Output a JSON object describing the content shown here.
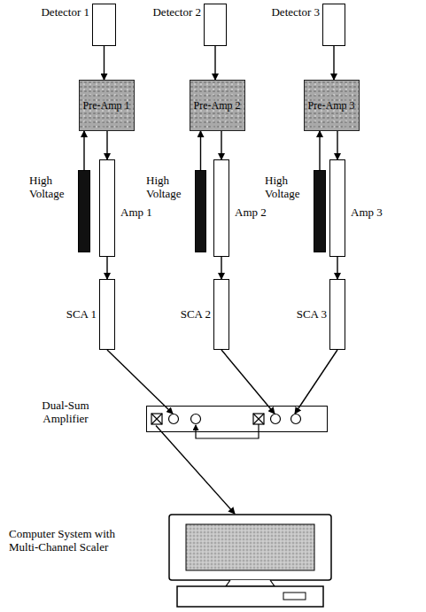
{
  "diagram": {
    "nodes": [
      {
        "text": [
          "Detector 1"
        ]
      },
      {
        "text": [
          "Detector 2"
        ]
      },
      {
        "text": [
          "Detector 3"
        ]
      },
      {
        "text": [
          "Pre-Amp 1"
        ]
      },
      {
        "text": [
          "Pre-Amp 2"
        ]
      },
      {
        "text": [
          "Pre-Amp 3"
        ]
      },
      {
        "text": [
          "High Voltage"
        ]
      },
      {
        "text": [
          "High Voltage"
        ]
      },
      {
        "text": [
          "High Voltage"
        ]
      },
      {
        "text": [
          "Amp 1"
        ]
      },
      {
        "text": [
          "Amp 2"
        ]
      },
      {
        "text": [
          "Amp 3"
        ]
      },
      {
        "text": [
          "SCA 1"
        ]
      },
      {
        "text": [
          "SCA 2"
        ]
      },
      {
        "text": [
          "SCA 3"
        ]
      },
      {
        "text": [
          "Dual-Sum Amplifier"
        ]
      },
      {
        "text": [
          "Computer System with Multi-Channel Scaler"
        ]
      }
    ],
    "edges": [
      {
        "from": 0,
        "to": 3,
        "arrow": "to"
      },
      {
        "from": 1,
        "to": 4,
        "arrow": "to"
      },
      {
        "from": 2,
        "to": 5,
        "arrow": "to"
      },
      {
        "from": 6,
        "to": 3,
        "arrow": "to"
      },
      {
        "from": 7,
        "to": 4,
        "arrow": "to"
      },
      {
        "from": 8,
        "to": 5,
        "arrow": "to"
      },
      {
        "from": 3,
        "to": 9,
        "arrow": "to"
      },
      {
        "from": 4,
        "to": 10,
        "arrow": "to"
      },
      {
        "from": 5,
        "to": 11,
        "arrow": "to"
      },
      {
        "from": 9,
        "to": 12,
        "arrow": "to"
      },
      {
        "from": 10,
        "to": 13,
        "arrow": "to"
      },
      {
        "from": 11,
        "to": 14,
        "arrow": "to"
      },
      {
        "from": 12,
        "to": 15,
        "arrow": "to"
      },
      {
        "from": 13,
        "to": 15,
        "arrow": "to"
      },
      {
        "from": 14,
        "to": 15,
        "arrow": "to"
      },
      {
        "from": 15,
        "to": 16,
        "arrow": "to"
      }
    ]
  }
}
